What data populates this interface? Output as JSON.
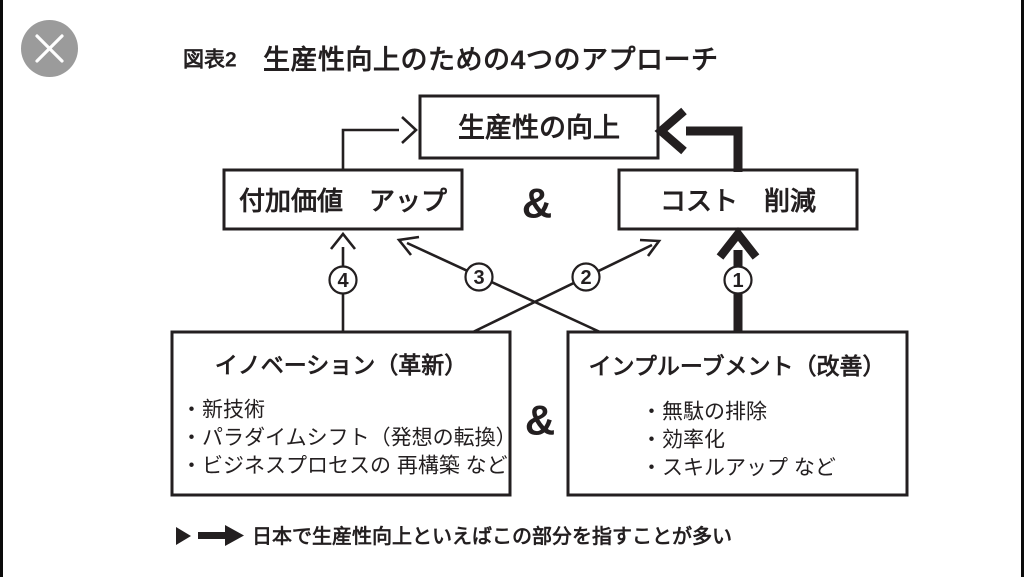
{
  "window": {
    "background": "#ffffff",
    "ink_color": "#231f20",
    "edge_bar_color": "#0a0a0a"
  },
  "close_button": {
    "circle_color": "#9b9b9b",
    "x_color": "#ffffff"
  },
  "heading": {
    "label": "図表2",
    "title": "生産性向上のための4つのアプローチ"
  },
  "diagram": {
    "top_box": "生産性の向上",
    "left_box": "付加価値　アップ",
    "right_box": "コスト　削減",
    "amp_upper": "&",
    "amp_lower": "&",
    "innovation": {
      "title": "イノベーション（革新）",
      "bullets": [
        "・新技術",
        "・パラダイムシフト（発想の転換）",
        "・ビジネスプロセスの 再構築 など"
      ]
    },
    "improvement": {
      "title": "インプルーブメント（改善）",
      "bullets": [
        "・無駄の排除",
        "・効率化",
        "・スキルアップ など"
      ]
    },
    "numbers": {
      "n1": "1",
      "n2": "2",
      "n3": "3",
      "n4": "4"
    }
  },
  "legend": {
    "text": "日本で生産性向上といえばこの部分を指すことが多い"
  }
}
